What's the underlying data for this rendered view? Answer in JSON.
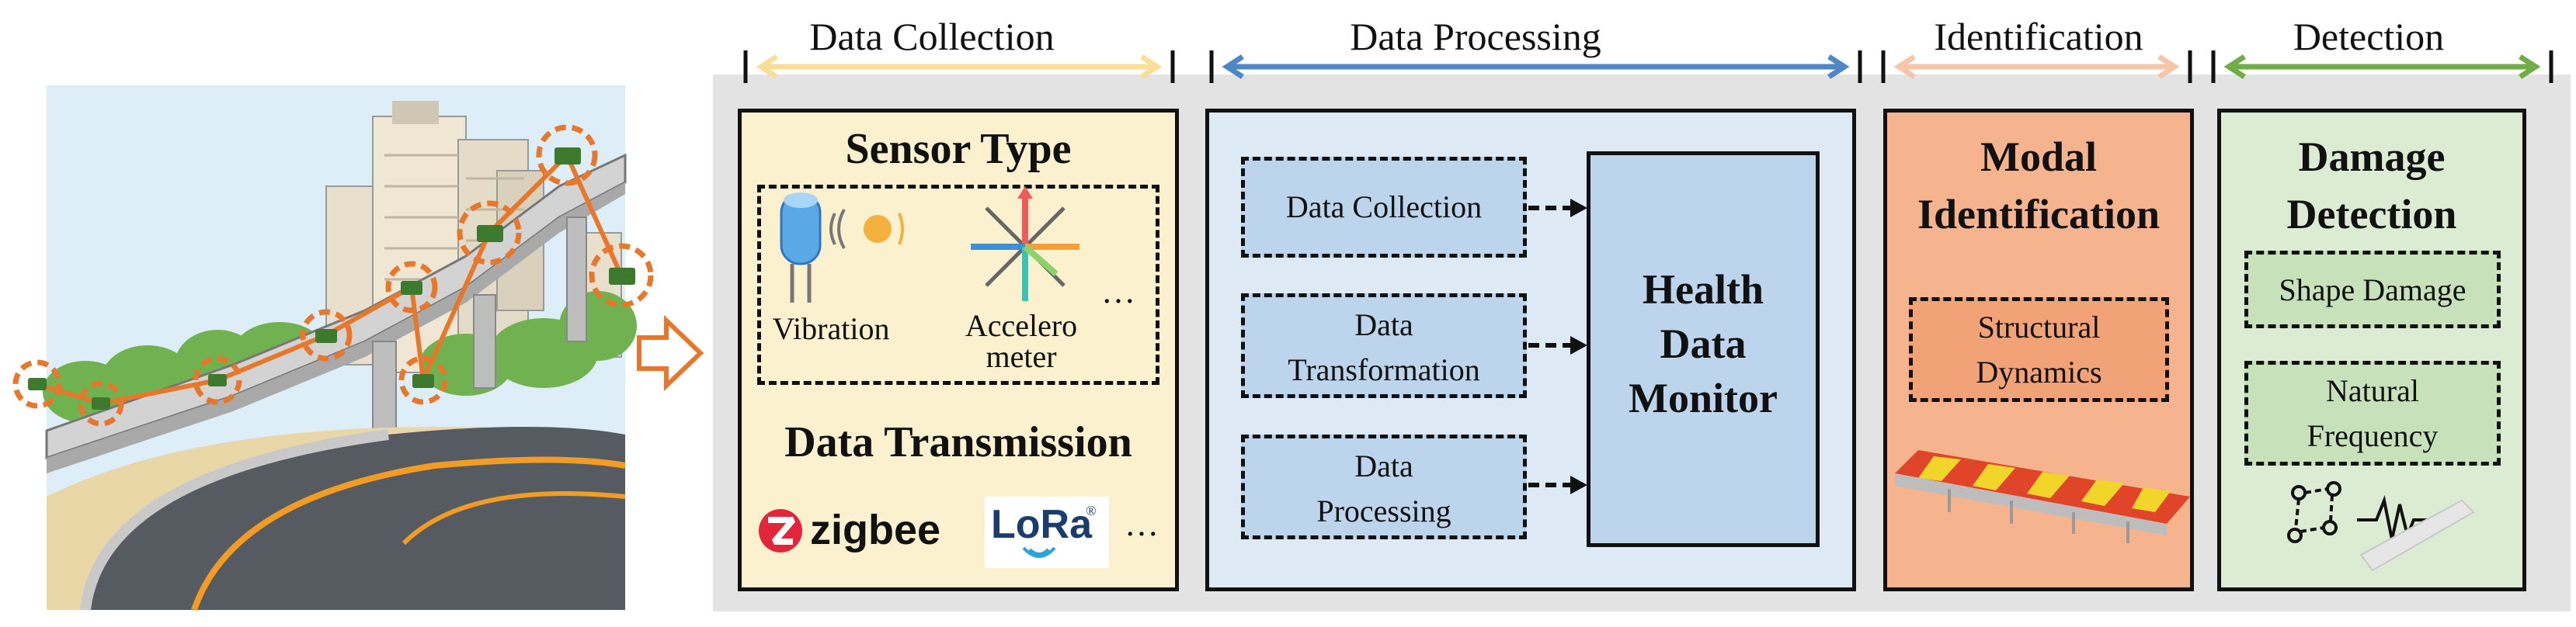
{
  "headers": {
    "data_collection": "Data Collection",
    "data_processing": "Data Processing",
    "identification": "Identification",
    "detection": "Detection"
  },
  "collection": {
    "sensor_type_title": "Sensor Type",
    "vibration_label": "Vibration",
    "accelerometer_label": "Accelero\nmeter",
    "more": "…",
    "transmission_title": "Data Transmission",
    "zigbee": "zigbee",
    "lora": "LoRa",
    "lora_mark": "®",
    "more2": "…"
  },
  "processing": {
    "step1": "Data Collection",
    "step2": "Data\nTransformation",
    "step3": "Data\nProcessing",
    "monitor": "Health\nData\nMonitor"
  },
  "identification": {
    "title": "Modal\nIdentification",
    "inner": "Structural\nDynamics"
  },
  "detection": {
    "title": "Damage\nDetection",
    "item1": "Shape Damage",
    "item2": "Natural\nFrequency"
  },
  "colors": {
    "collection_bg": "#fbf1cf",
    "processing_bg": "#dde9f5",
    "processing_box": "#bcd5ec",
    "identification_bg": "#f5b48e",
    "identification_box": "#f1a277",
    "detection_bg": "#dbecd3",
    "detection_box": "#c7e1bb",
    "arrow_collection": "#f7df9a",
    "arrow_processing": "#4f87c4",
    "arrow_identification": "#f6c6ab",
    "arrow_detection": "#71ad47",
    "sensor_ring": "#e7782b"
  },
  "icons": [
    "bridge-illustration",
    "arrow-right-icon",
    "vibration-sensor-icon",
    "accelerometer-icon",
    "zigbee-logo",
    "lora-logo",
    "bridge-model-icon",
    "damage-signal-icon"
  ]
}
